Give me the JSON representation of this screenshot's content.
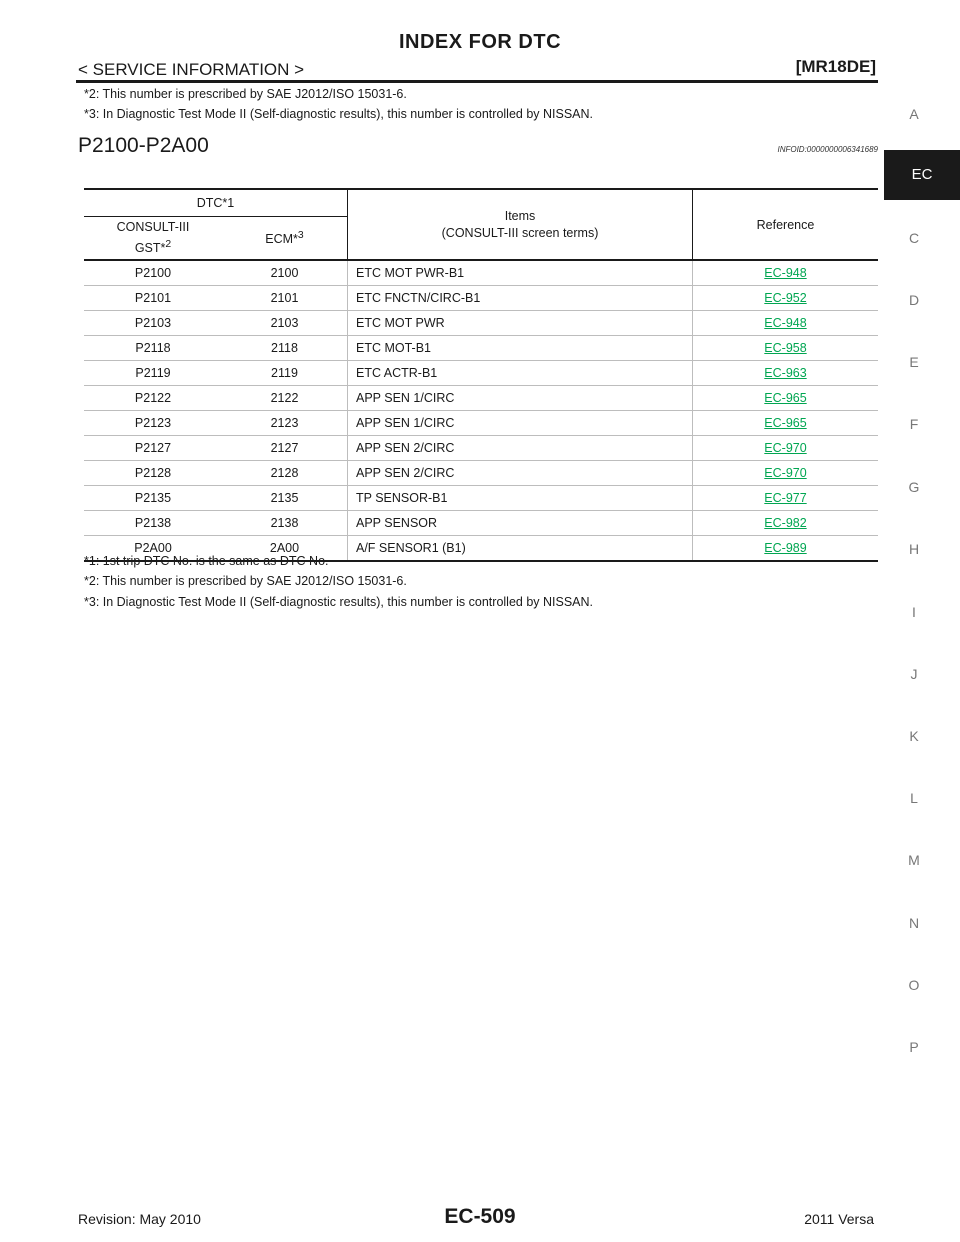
{
  "header": {
    "title": "INDEX FOR DTC",
    "section": "< SERVICE INFORMATION >",
    "engine": "[MR18DE]"
  },
  "top_notes": [
    "*2: This number is prescribed by SAE J2012/ISO 15031-6.",
    "*3: In Diagnostic Test Mode II (Self-diagnostic results), this number is controlled by NISSAN."
  ],
  "section": {
    "title": "P2100-P2A00",
    "info_id": "INFOID:0000000006341689"
  },
  "table": {
    "headers": {
      "dtc": "DTC*1",
      "consult_line1": "CONSULT-III",
      "consult_line2": "GST*",
      "consult_sup": "2",
      "ecm": "ECM*",
      "ecm_sup": "3",
      "items_line1": "Items",
      "items_line2": "(CONSULT-III screen terms)",
      "reference": "Reference"
    },
    "rows": [
      {
        "consult": "P2100",
        "ecm": "2100",
        "item": "ETC MOT PWR-B1",
        "ref": "EC-948"
      },
      {
        "consult": "P2101",
        "ecm": "2101",
        "item": "ETC FNCTN/CIRC-B1",
        "ref": "EC-952"
      },
      {
        "consult": "P2103",
        "ecm": "2103",
        "item": "ETC MOT PWR",
        "ref": "EC-948"
      },
      {
        "consult": "P2118",
        "ecm": "2118",
        "item": "ETC MOT-B1",
        "ref": "EC-958"
      },
      {
        "consult": "P2119",
        "ecm": "2119",
        "item": "ETC ACTR-B1",
        "ref": "EC-963"
      },
      {
        "consult": "P2122",
        "ecm": "2122",
        "item": "APP SEN 1/CIRC",
        "ref": "EC-965"
      },
      {
        "consult": "P2123",
        "ecm": "2123",
        "item": "APP SEN 1/CIRC",
        "ref": "EC-965"
      },
      {
        "consult": "P2127",
        "ecm": "2127",
        "item": "APP SEN 2/CIRC",
        "ref": "EC-970"
      },
      {
        "consult": "P2128",
        "ecm": "2128",
        "item": "APP SEN 2/CIRC",
        "ref": "EC-970"
      },
      {
        "consult": "P2135",
        "ecm": "2135",
        "item": "TP SENSOR-B1",
        "ref": "EC-977"
      },
      {
        "consult": "P2138",
        "ecm": "2138",
        "item": "APP SENSOR",
        "ref": "EC-982"
      },
      {
        "consult": "P2A00",
        "ecm": "2A00",
        "item": "A/F SENSOR1 (B1)",
        "ref": "EC-989"
      }
    ]
  },
  "bottom_notes": [
    "*1: 1st trip DTC No. is the same as DTC No.",
    "*2: This number is prescribed by SAE J2012/ISO 15031-6.",
    "*3: In Diagnostic Test Mode II (Self-diagnostic results), this number is controlled by NISSAN."
  ],
  "side_tabs": [
    "A",
    "EC",
    "C",
    "D",
    "E",
    "F",
    "G",
    "H",
    "I",
    "J",
    "K",
    "L",
    "M",
    "N",
    "O",
    "P"
  ],
  "active_tab": "EC",
  "colors": {
    "link": "#00a651",
    "active_tab_bg": "#1a1a1a"
  },
  "footer": {
    "revision": "Revision: May 2010",
    "page": "EC-509",
    "model": "2011 Versa"
  }
}
